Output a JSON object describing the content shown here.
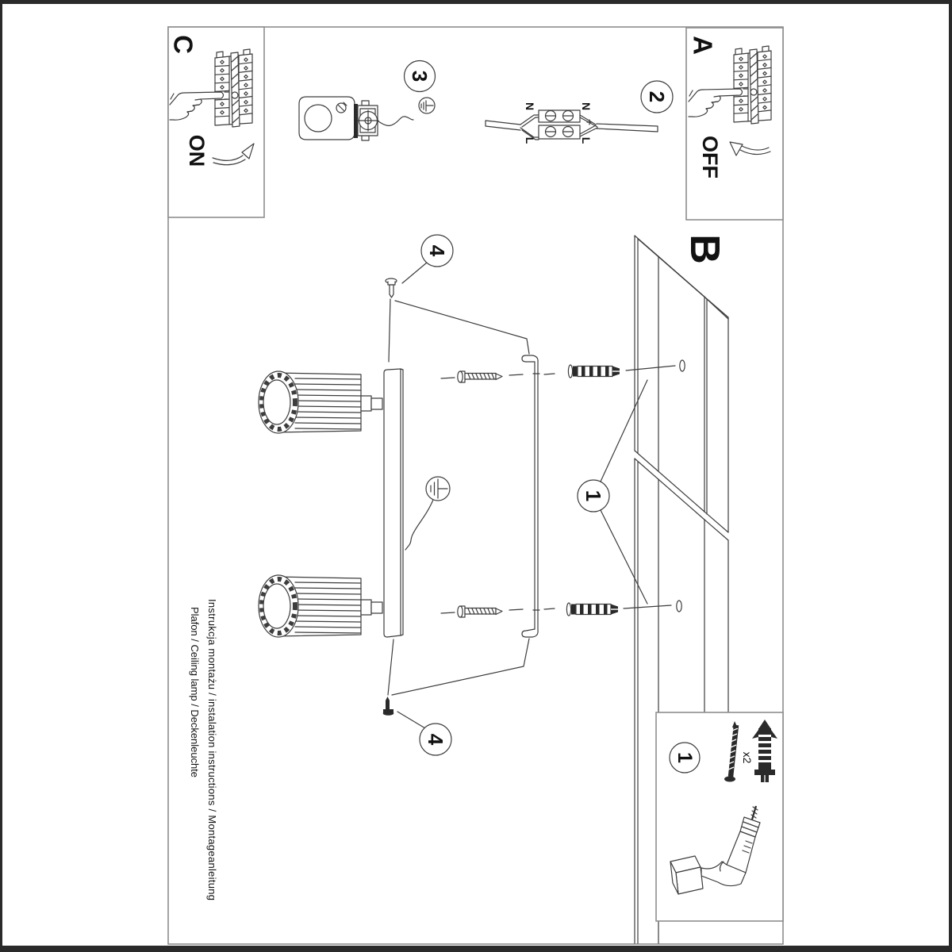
{
  "colors": {
    "background": "#ffffff",
    "page_frame": "#262626",
    "line_art": "#3d3d3d",
    "panel_border": "#8e8e8e",
    "text": "#111111"
  },
  "steps": {
    "s1": "1",
    "s2": "2",
    "s3": "3",
    "s4": "4"
  },
  "panels": {
    "c": {
      "label": "C",
      "switch_text": "ON"
    },
    "a": {
      "label": "A",
      "switch_text": "OFF"
    },
    "b": {
      "label": "B"
    },
    "parts_box": {
      "label": "1",
      "qty": "x2"
    }
  },
  "wiring": {
    "n_left": "N",
    "n_right": "N",
    "l_left": "L",
    "l_right": "L"
  },
  "footer": {
    "line1": "Instrukcja montażu / instalation instructions / Montageanleitung",
    "line2": "Plafon / Ceiling lamp / Deckenleuchte"
  }
}
